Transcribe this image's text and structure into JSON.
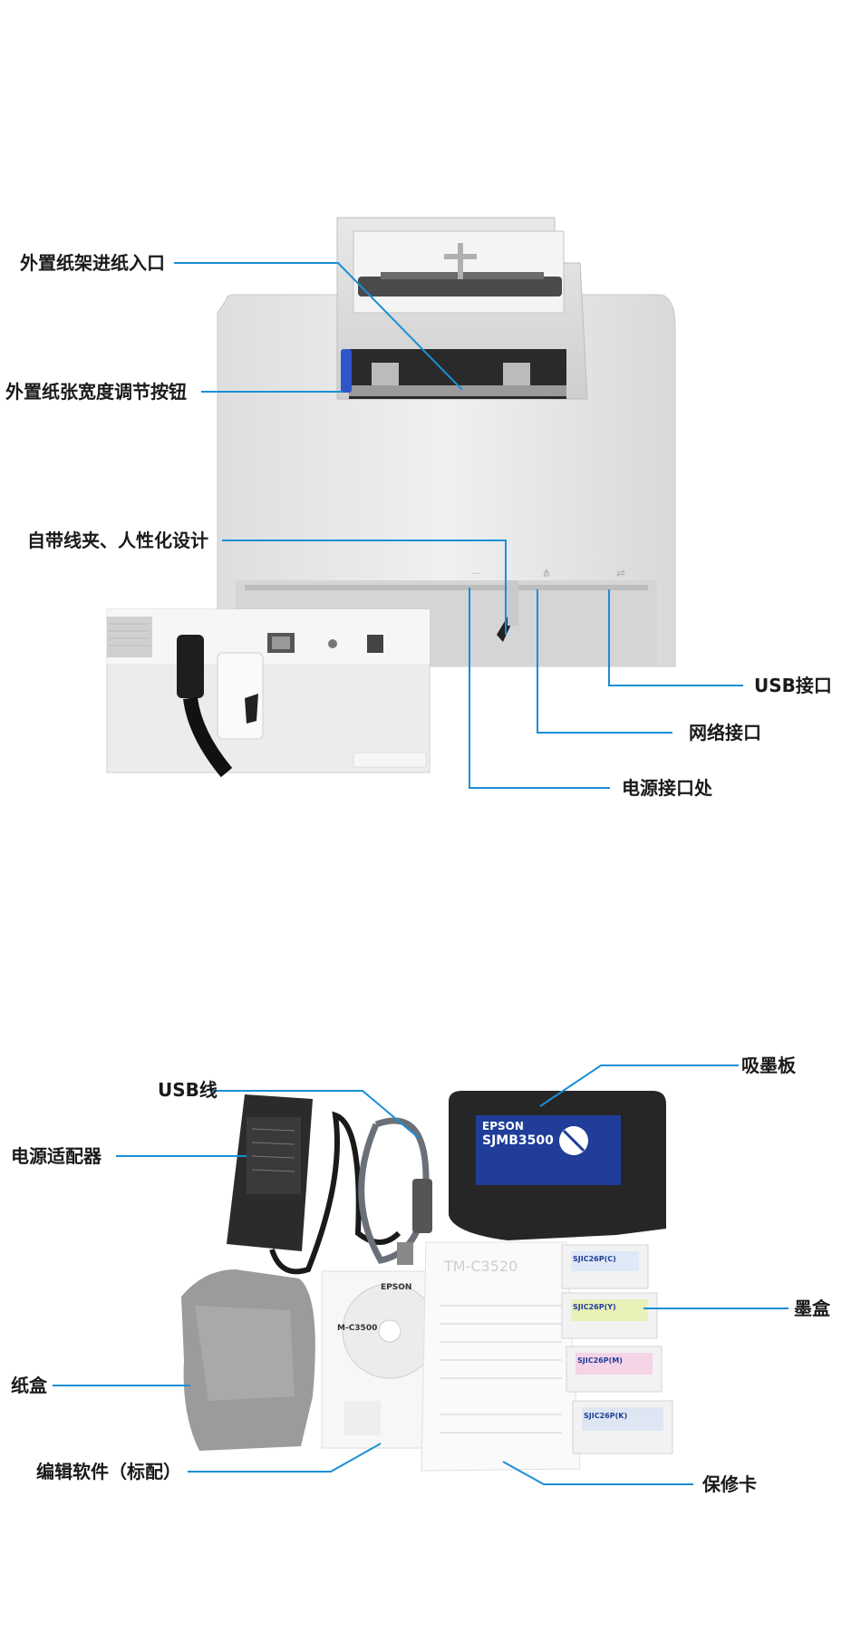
{
  "section1": {
    "labels": {
      "feed_entrance": "外置纸架进纸入口",
      "width_adjust_button": "外置纸张宽度调节按钮",
      "cable_clip": "自带线夹、人性化设计",
      "usb_port": "USB接口",
      "network_port": "网络接口",
      "power_port": "电源接口处"
    }
  },
  "section2": {
    "labels": {
      "usb_cable": "USB线",
      "power_adapter": "电源适配器",
      "ink_absorber": "吸墨板",
      "ink_cartridge": "墨盒",
      "paper_box": "纸盒",
      "software": "编辑软件（标配）",
      "warranty_card": "保修卡"
    },
    "product_texts": {
      "absorber_brand": "EPSON",
      "absorber_model": "SJMB3500",
      "manual_model": "TM-C3520",
      "cd_brand": "EPSON",
      "cd_model": "M-C3500",
      "cartridges": [
        "SJIC26P(C)",
        "SJIC26P(Y)",
        "SJIC26P(M)",
        "SJIC26P(K)"
      ]
    }
  },
  "colors": {
    "leader": "#1a8fd6",
    "printer_body": "#e9e9e9",
    "adapter": "#2b2b2b",
    "absorber_label": "#1f3d99"
  }
}
